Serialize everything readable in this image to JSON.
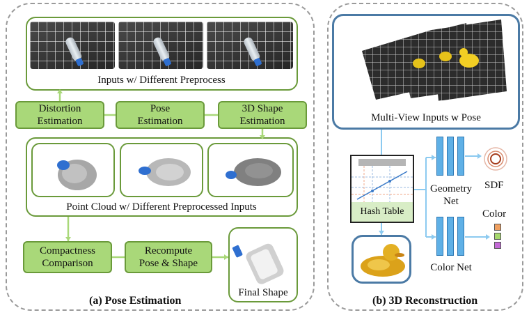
{
  "pose": {
    "inputs_label": "Inputs w/ Different Preprocess",
    "steps": {
      "distortion": "Distortion\nEstimation",
      "pose": "Pose\nEstimation",
      "shape3d": "3D Shape\nEstimation",
      "compactness": "Compactness\nComparison",
      "recompute": "Recompute\nPose & Shape"
    },
    "pointcloud_label": "Point Cloud w/ Different Preprocessed Inputs",
    "final_label": "Final Shape",
    "caption": "(a) Pose Estimation"
  },
  "recon": {
    "multiview_label": "Multi-View Inputs w Pose",
    "hash_label": "Hash Table",
    "geometry_label": "Geometry\nNet",
    "color_net_label": "Color Net",
    "sdf_label": "SDF",
    "color_label": "Color",
    "caption": "(b) 3D Reconstruction"
  },
  "colors": {
    "green_fill": "#a9d879",
    "green_border": "#6a9a3a",
    "blue_border": "#4b7aa5",
    "net_blue": "#5fb0e6",
    "color_swatches": [
      "#f0a060",
      "#a6d86e",
      "#c46ad6"
    ]
  }
}
